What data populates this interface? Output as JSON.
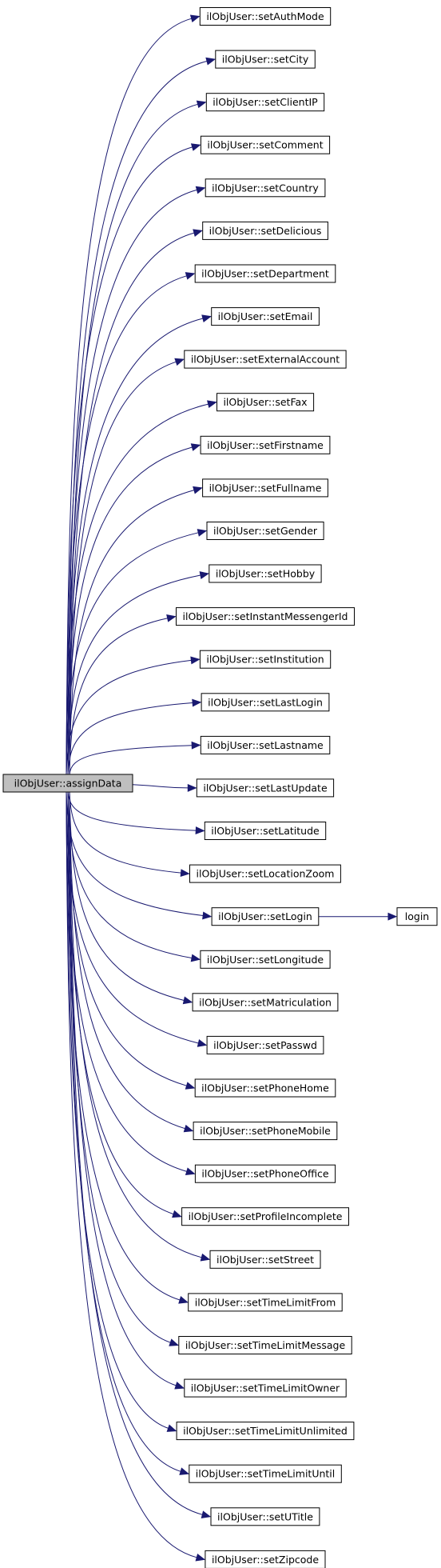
{
  "root": {
    "label": "ilObjUser::assignData",
    "fill": "#bfbfbf"
  },
  "callees": [
    "ilObjUser::setAuthMode",
    "ilObjUser::setCity",
    "ilObjUser::setClientIP",
    "ilObjUser::setComment",
    "ilObjUser::setCountry",
    "ilObjUser::setDelicious",
    "ilObjUser::setDepartment",
    "ilObjUser::setEmail",
    "ilObjUser::setExternalAccount",
    "ilObjUser::setFax",
    "ilObjUser::setFirstname",
    "ilObjUser::setFullname",
    "ilObjUser::setGender",
    "ilObjUser::setHobby",
    "ilObjUser::setInstantMessengerId",
    "ilObjUser::setInstitution",
    "ilObjUser::setLastLogin",
    "ilObjUser::setLastname",
    "ilObjUser::setLastUpdate",
    "ilObjUser::setLatitude",
    "ilObjUser::setLocationZoom",
    "ilObjUser::setLogin",
    "ilObjUser::setLongitude",
    "ilObjUser::setMatriculation",
    "ilObjUser::setPasswd",
    "ilObjUser::setPhoneHome",
    "ilObjUser::setPhoneMobile",
    "ilObjUser::setPhoneOffice",
    "ilObjUser::setProfileIncomplete",
    "ilObjUser::setStreet",
    "ilObjUser::setTimeLimitFrom",
    "ilObjUser::setTimeLimitMessage",
    "ilObjUser::setTimeLimitOwner",
    "ilObjUser::setTimeLimitUnlimited",
    "ilObjUser::setTimeLimitUntil",
    "ilObjUser::setUTitle",
    "ilObjUser::setZipcode"
  ],
  "secondary": {
    "label": "login",
    "caller": "ilObjUser::setLogin"
  },
  "colors": {
    "edge": "#191970",
    "node_border": "#000000",
    "node_fill": "#ffffff"
  }
}
